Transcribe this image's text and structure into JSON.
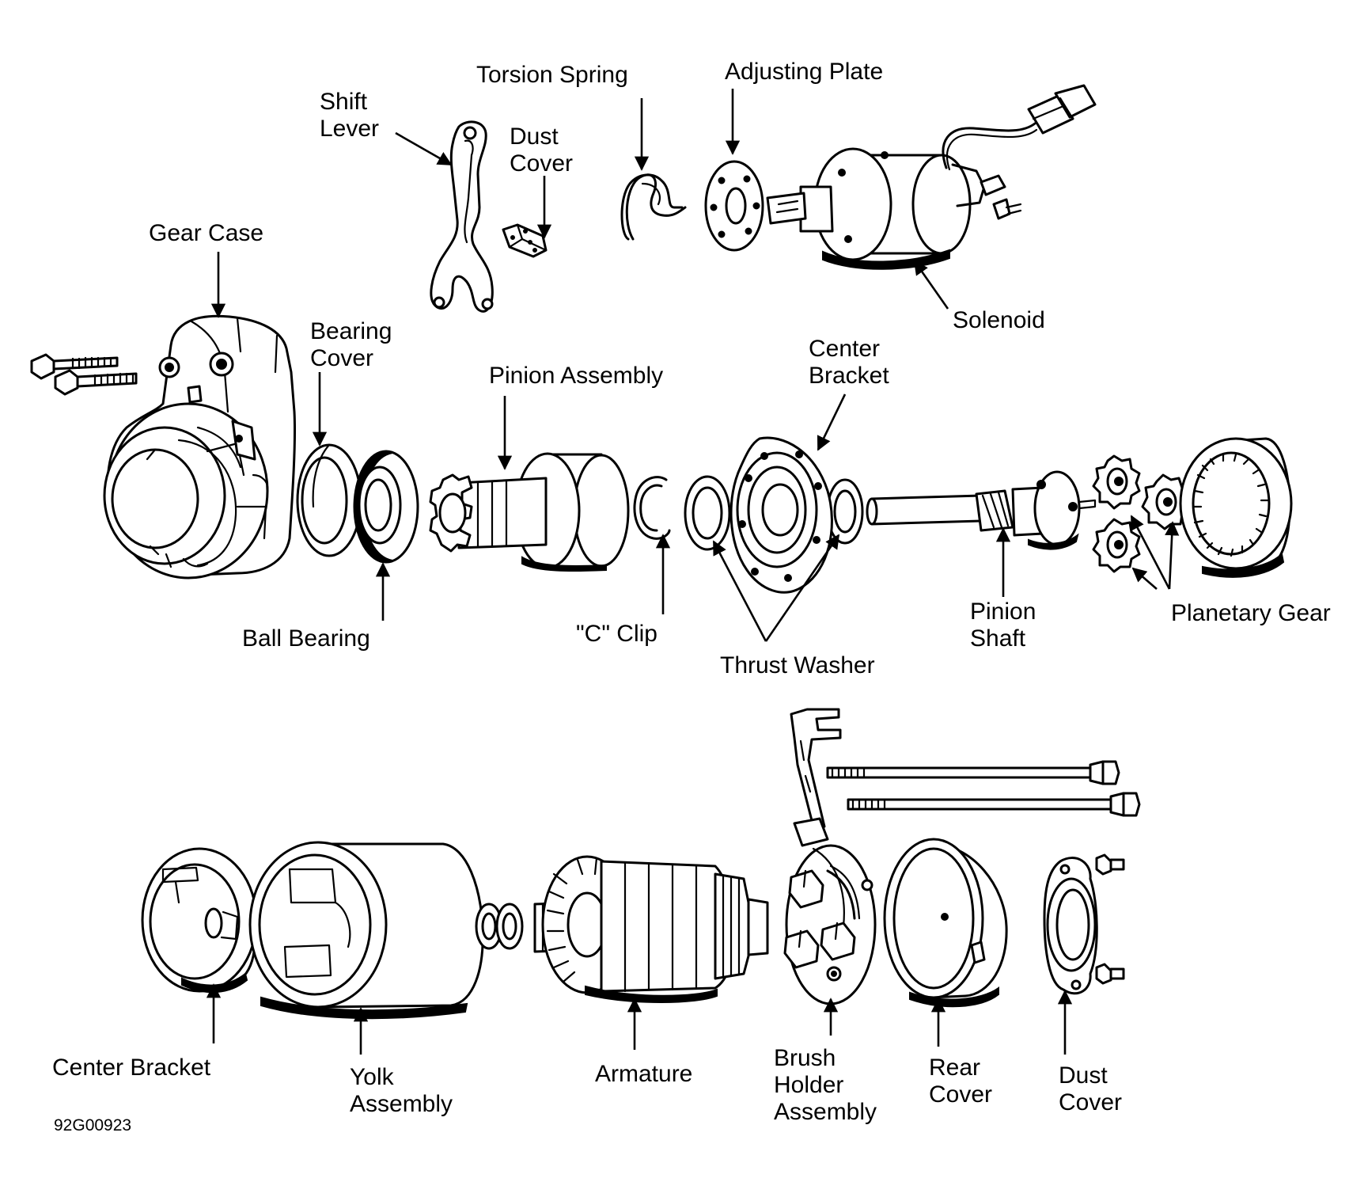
{
  "labels": {
    "shift_lever": [
      "Shift",
      "Lever"
    ],
    "torsion_spring": "Torsion Spring",
    "dust_cover_top": [
      "Dust",
      "Cover"
    ],
    "adjusting_plate": "Adjusting Plate",
    "gear_case": "Gear Case",
    "solenoid": "Solenoid",
    "bearing_cover": [
      "Bearing",
      "Cover"
    ],
    "pinion_assembly": "Pinion Assembly",
    "center_bracket_top": [
      "Center",
      "Bracket"
    ],
    "ball_bearing": "Ball Bearing",
    "c_clip": "\"C\" Clip",
    "thrust_washer": "Thrust Washer",
    "pinion_shaft": [
      "Pinion",
      "Shaft"
    ],
    "planetary_gear": "Planetary Gear",
    "center_bracket_bottom": "Center Bracket",
    "yolk_assembly": [
      "Yolk",
      "Assembly"
    ],
    "armature": "Armature",
    "brush_holder_assembly": [
      "Brush",
      "Holder",
      "Assembly"
    ],
    "rear_cover": [
      "Rear",
      "Cover"
    ],
    "dust_cover_bottom": [
      "Dust",
      "Cover"
    ]
  },
  "figure_code": "92G00923"
}
